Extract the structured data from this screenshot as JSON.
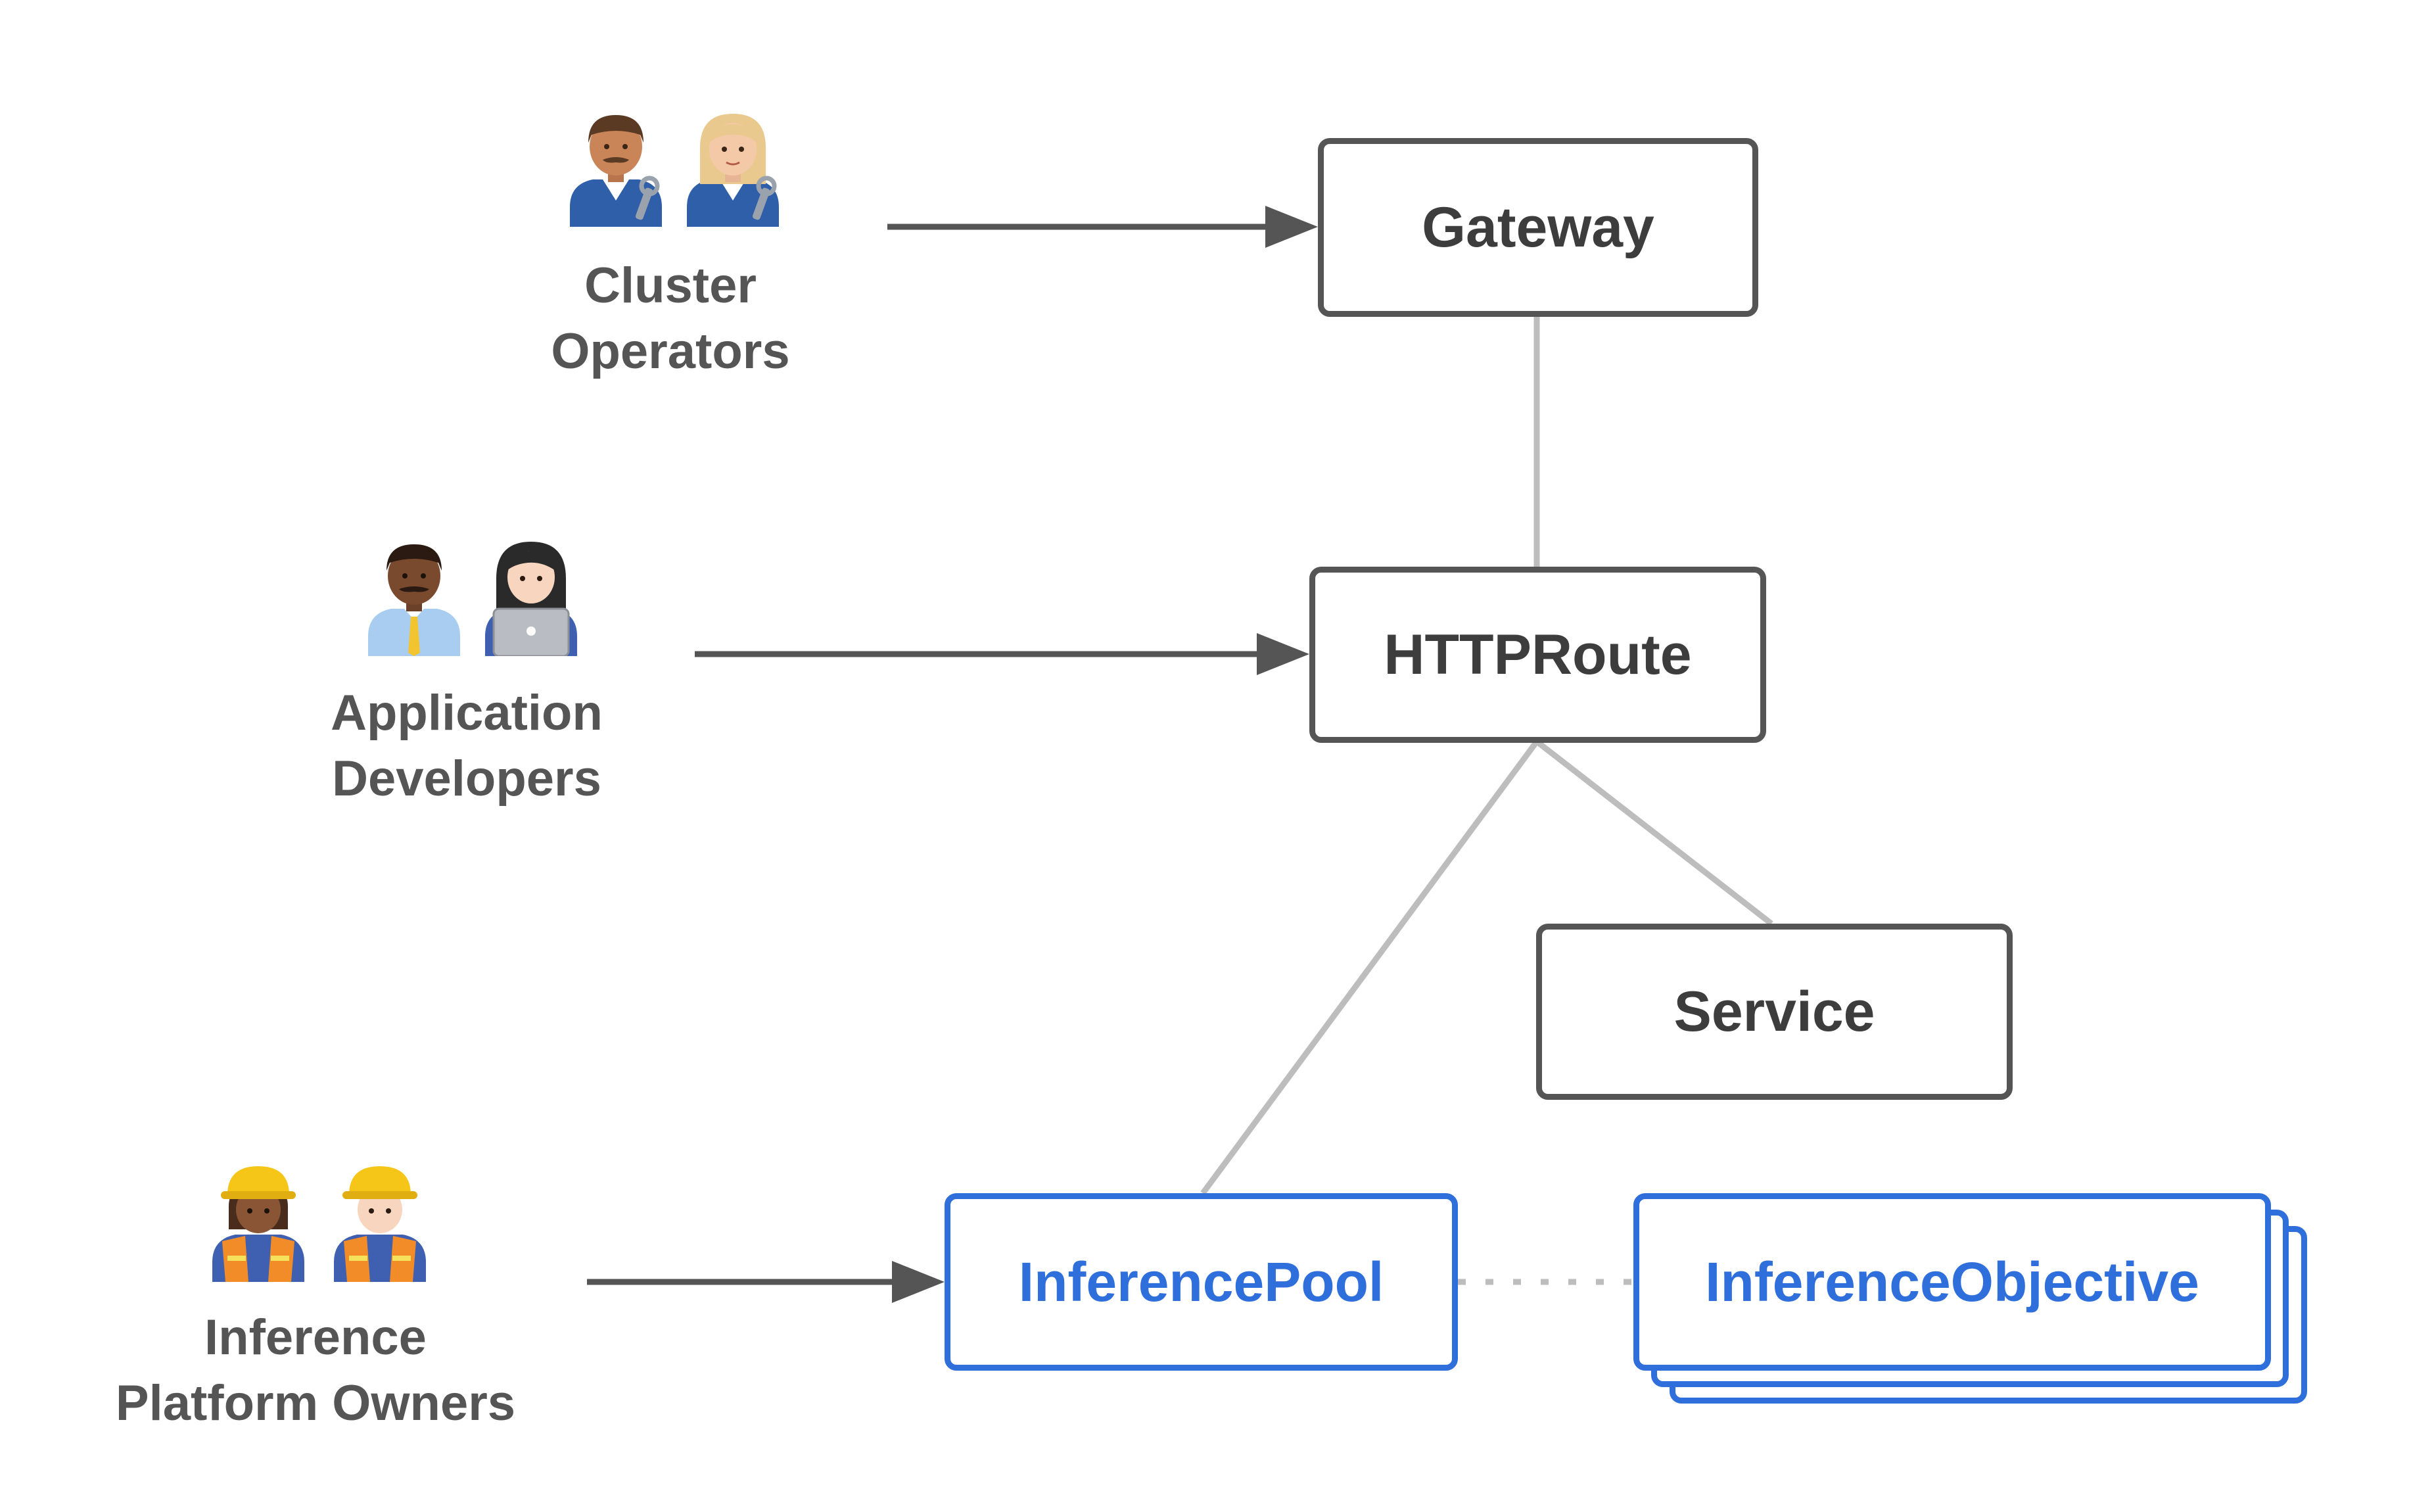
{
  "personas": {
    "cluster_operators": {
      "line1": "Cluster",
      "line2": "Operators"
    },
    "application_developers": {
      "line1": "Application",
      "line2": "Developers"
    },
    "inference_platform_owners": {
      "line1": "Inference",
      "line2": "Platform Owners"
    }
  },
  "nodes": {
    "gateway": "Gateway",
    "httproute": "HTTPRoute",
    "service": "Service",
    "inference_pool": "InferencePool",
    "inference_objective": "InferenceObjective"
  },
  "colors": {
    "gray_border": "#555555",
    "gray_text": "#3d3d3d",
    "blue": "#2f6fdc",
    "connector": "#bdbdbd",
    "arrow": "#555555",
    "label_text": "#555555"
  },
  "icons": [
    "mechanic-man-icon",
    "mechanic-woman-icon",
    "office-worker-man-icon",
    "technologist-woman-icon",
    "construction-worker-woman-icon",
    "construction-worker-man-icon"
  ]
}
